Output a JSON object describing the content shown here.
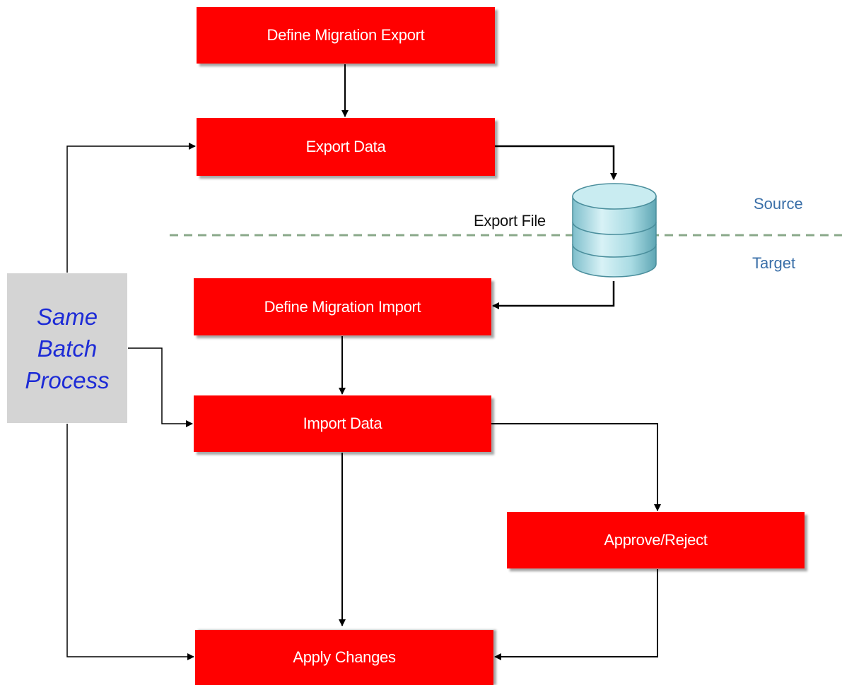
{
  "boxes": {
    "define_export": "Define Migration Export",
    "export_data": "Export Data",
    "define_import": "Define Migration Import",
    "import_data": "Import Data",
    "approve_reject": "Approve/Reject",
    "apply_changes": "Apply Changes"
  },
  "labels": {
    "export_file": "Export File",
    "source": "Source",
    "target": "Target"
  },
  "batch": {
    "lines": [
      "Same",
      "Batch",
      "Process"
    ]
  },
  "colors": {
    "box_fill": "#ff0000",
    "box_text": "#ffffff",
    "batch_fill": "#d4d4d4",
    "batch_text": "#1d2bd6",
    "zone_label": "#3a6fa8",
    "divider": "#8aa88a",
    "database": "#9fd3dc"
  },
  "icons": {
    "database": "database-cylinder-icon"
  }
}
